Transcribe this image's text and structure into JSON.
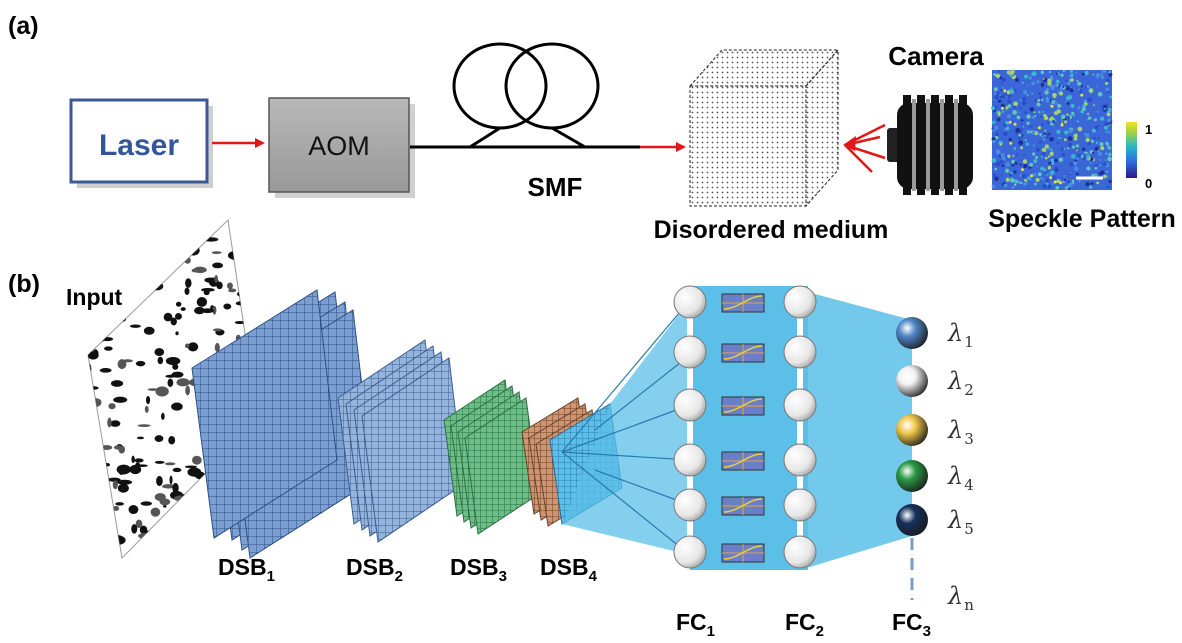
{
  "panel_a": {
    "label": "(a)",
    "laser_label": "Laser",
    "aom_label": "AOM",
    "smf_label": "SMF",
    "medium_label": "Disordered medium",
    "camera_label": "Camera",
    "speckle_label": "Speckle Pattern",
    "colorbar_max": "1",
    "colorbar_min": "0"
  },
  "panel_b": {
    "label": "(b)",
    "input_label": "Input",
    "dsb_labels": [
      {
        "base": "DSB",
        "sub": "1"
      },
      {
        "base": "DSB",
        "sub": "2"
      },
      {
        "base": "DSB",
        "sub": "3"
      },
      {
        "base": "DSB",
        "sub": "4"
      }
    ],
    "fc_labels": [
      {
        "base": "FC",
        "sub": "1"
      },
      {
        "base": "FC",
        "sub": "2"
      },
      {
        "base": "FC",
        "sub": "3"
      }
    ],
    "outputs": [
      {
        "symbol": "λ",
        "sub": "1",
        "color": "#4f86c6"
      },
      {
        "symbol": "λ",
        "sub": "2",
        "color": "#f2f2f2"
      },
      {
        "symbol": "λ",
        "sub": "3",
        "color": "#f0c84a"
      },
      {
        "symbol": "λ",
        "sub": "4",
        "color": "#2a9a45"
      },
      {
        "symbol": "λ",
        "sub": "5",
        "color": "#17305e"
      },
      {
        "symbol": "λ",
        "sub": "n",
        "color": ""
      }
    ]
  },
  "colors": {
    "arrow_red": "#e01818",
    "laser_border": "#3a5a96",
    "laser_text": "#33559a",
    "aom_fill": "#a8a8a8",
    "dsb_blue": "#7b9fd0",
    "dsb_green": "#5fb079",
    "dsb_orange": "#c78d68",
    "fc_panel": "#5bbfe8"
  }
}
